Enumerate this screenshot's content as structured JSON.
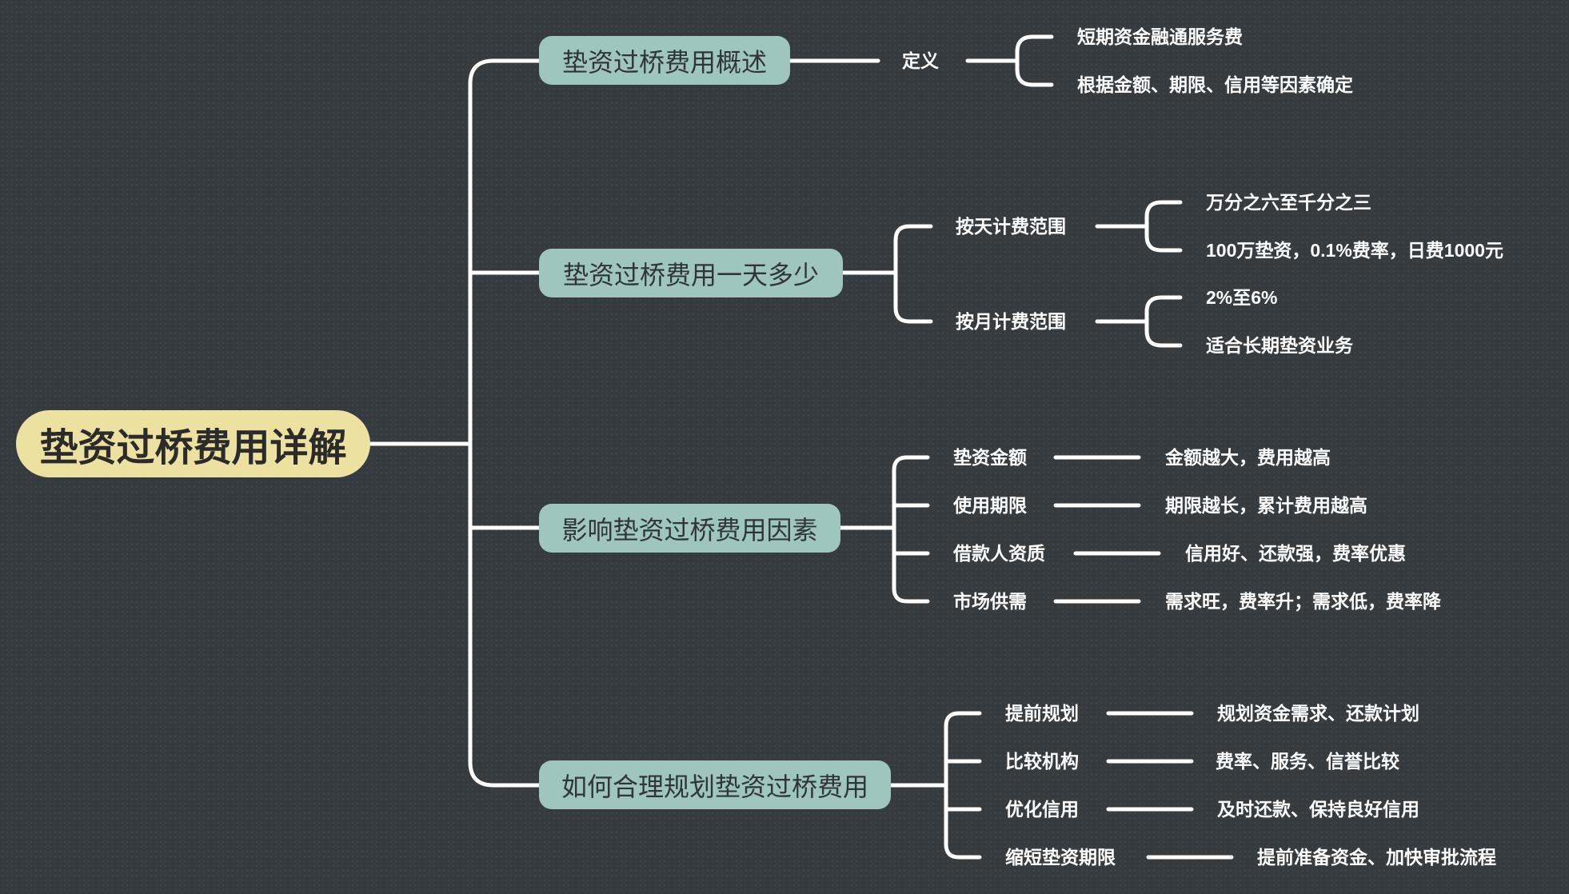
{
  "root": {
    "label": "垫资过桥费用详解"
  },
  "topics": [
    {
      "label": "垫资过桥费用概述",
      "children": [
        {
          "label": "定义",
          "details": [
            "短期资金融通服务费",
            "根据金额、期限、信用等因素确定"
          ]
        }
      ]
    },
    {
      "label": "垫资过桥费用一天多少",
      "children": [
        {
          "label": "按天计费范围",
          "details": [
            "万分之六至千分之三",
            "100万垫资，0.1%费率，日费1000元"
          ]
        },
        {
          "label": "按月计费范围",
          "details": [
            "2%至6%",
            "适合长期垫资业务"
          ]
        }
      ]
    },
    {
      "label": "影响垫资过桥费用因素",
      "children": [
        {
          "label": "垫资金额",
          "details": [
            "金额越大，费用越高"
          ]
        },
        {
          "label": "使用期限",
          "details": [
            "期限越长，累计费用越高"
          ]
        },
        {
          "label": "借款人资质",
          "details": [
            "信用好、还款强，费率优惠"
          ]
        },
        {
          "label": "市场供需",
          "details": [
            "需求旺，费率升；需求低，费率降"
          ]
        }
      ]
    },
    {
      "label": "如何合理规划垫资过桥费用",
      "children": [
        {
          "label": "提前规划",
          "details": [
            "规划资金需求、还款计划"
          ]
        },
        {
          "label": "比较机构",
          "details": [
            "费率、服务、信誉比较"
          ]
        },
        {
          "label": "优化信用",
          "details": [
            "及时还款、保持良好信用"
          ]
        },
        {
          "label": "缩短垫资期限",
          "details": [
            "提前准备资金、加快审批流程"
          ]
        }
      ]
    }
  ]
}
